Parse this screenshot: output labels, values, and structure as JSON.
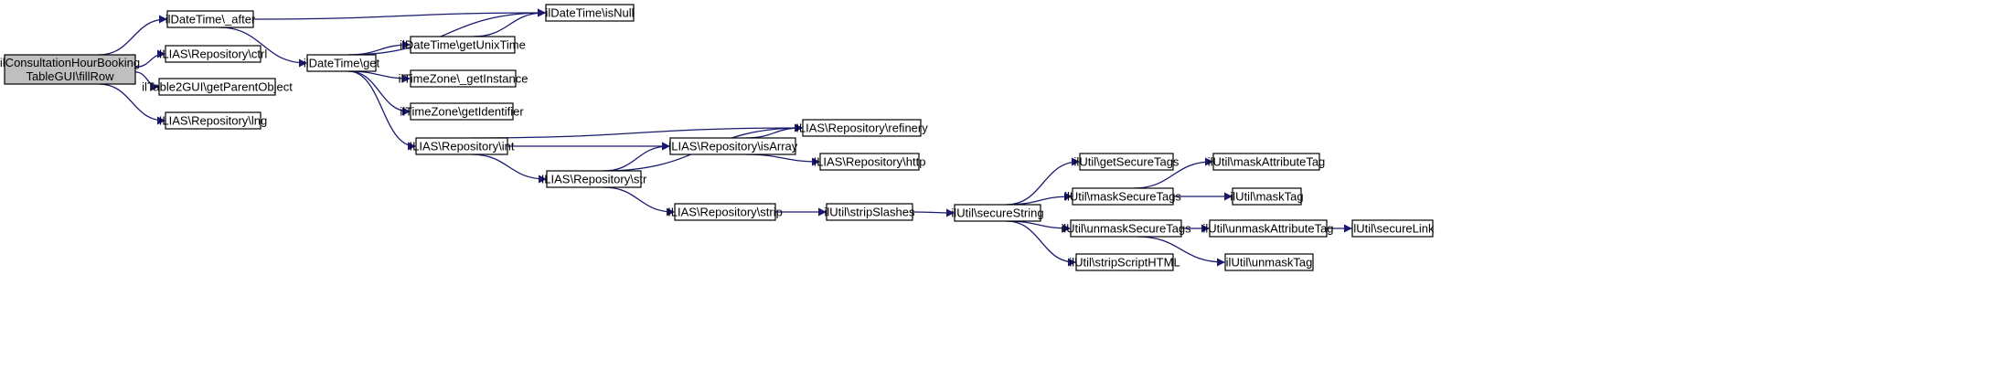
{
  "colors": {
    "edge": "#191970",
    "root_fill": "#bfbfbf",
    "node_fill": "#ffffff",
    "node_border": "#000000"
  },
  "nodes": [
    {
      "id": "root",
      "lines": [
        "ilConsultationHourBooking",
        "TableGUI\\fillRow"
      ]
    },
    {
      "id": "dt_after",
      "lines": [
        "ilDateTime\\_after"
      ]
    },
    {
      "id": "repo_ctrl",
      "lines": [
        "ILIAS\\Repository\\ctrl"
      ]
    },
    {
      "id": "table2gui",
      "lines": [
        "ilTable2GUI\\getParentObject"
      ]
    },
    {
      "id": "repo_lng",
      "lines": [
        "ILIAS\\Repository\\lng"
      ]
    },
    {
      "id": "dt_isnull",
      "lines": [
        "ilDateTime\\isNull"
      ]
    },
    {
      "id": "dt_get",
      "lines": [
        "ilDateTime\\get"
      ]
    },
    {
      "id": "dt_unix",
      "lines": [
        "ilDateTime\\getUnixTime"
      ]
    },
    {
      "id": "tz_instance",
      "lines": [
        "ilTimeZone\\_getInstance"
      ]
    },
    {
      "id": "tz_ident",
      "lines": [
        "ilTimeZone\\getIdentifier"
      ]
    },
    {
      "id": "repo_int",
      "lines": [
        "ILIAS\\Repository\\int"
      ]
    },
    {
      "id": "repo_refinery",
      "lines": [
        "ILIAS\\Repository\\refinery"
      ]
    },
    {
      "id": "repo_isarray",
      "lines": [
        "ILIAS\\Repository\\isArray"
      ]
    },
    {
      "id": "repo_http",
      "lines": [
        "ILIAS\\Repository\\http"
      ]
    },
    {
      "id": "repo_str",
      "lines": [
        "ILIAS\\Repository\\str"
      ]
    },
    {
      "id": "repo_strip",
      "lines": [
        "ILIAS\\Repository\\strip"
      ]
    },
    {
      "id": "util_stripslashes",
      "lines": [
        "ilUtil\\stripSlashes"
      ]
    },
    {
      "id": "util_securestring",
      "lines": [
        "ilUtil\\secureString"
      ]
    },
    {
      "id": "util_getsecuretags",
      "lines": [
        "ilUtil\\getSecureTags"
      ]
    },
    {
      "id": "util_masksecuretags",
      "lines": [
        "ilUtil\\maskSecureTags"
      ]
    },
    {
      "id": "util_unmasksecuretags",
      "lines": [
        "ilUtil\\unmaskSecureTags"
      ]
    },
    {
      "id": "util_stripscripthtml",
      "lines": [
        "ilUtil\\stripScriptHTML"
      ]
    },
    {
      "id": "util_maskattrtag",
      "lines": [
        "ilUtil\\maskAttributeTag"
      ]
    },
    {
      "id": "util_masktag",
      "lines": [
        "ilUtil\\maskTag"
      ]
    },
    {
      "id": "util_unmaskattrtag",
      "lines": [
        "ilUtil\\unmaskAttributeTag"
      ]
    },
    {
      "id": "util_unmasktag",
      "lines": [
        "ilUtil\\unmaskTag"
      ]
    },
    {
      "id": "util_securelink",
      "lines": [
        "ilUtil\\secureLink"
      ]
    }
  ],
  "edges": [
    [
      "root",
      "dt_after"
    ],
    [
      "root",
      "repo_ctrl"
    ],
    [
      "root",
      "table2gui"
    ],
    [
      "root",
      "repo_lng"
    ],
    [
      "dt_after",
      "dt_isnull"
    ],
    [
      "dt_after",
      "dt_get"
    ],
    [
      "dt_get",
      "dt_isnull"
    ],
    [
      "dt_get",
      "dt_unix"
    ],
    [
      "dt_get",
      "tz_instance"
    ],
    [
      "dt_get",
      "tz_ident"
    ],
    [
      "dt_get",
      "repo_int"
    ],
    [
      "dt_unix",
      "dt_isnull"
    ],
    [
      "repo_int",
      "repo_refinery"
    ],
    [
      "repo_int",
      "repo_isarray"
    ],
    [
      "repo_int",
      "repo_str"
    ],
    [
      "repo_isarray",
      "repo_refinery"
    ],
    [
      "repo_isarray",
      "repo_http"
    ],
    [
      "repo_str",
      "repo_isarray"
    ],
    [
      "repo_str",
      "repo_refinery"
    ],
    [
      "repo_str",
      "repo_strip"
    ],
    [
      "repo_strip",
      "util_stripslashes"
    ],
    [
      "util_stripslashes",
      "util_securestring"
    ],
    [
      "util_securestring",
      "util_getsecuretags"
    ],
    [
      "util_securestring",
      "util_masksecuretags"
    ],
    [
      "util_securestring",
      "util_unmasksecuretags"
    ],
    [
      "util_securestring",
      "util_stripscripthtml"
    ],
    [
      "util_masksecuretags",
      "util_maskattrtag"
    ],
    [
      "util_masksecuretags",
      "util_masktag"
    ],
    [
      "util_unmasksecuretags",
      "util_unmaskattrtag"
    ],
    [
      "util_unmasksecuretags",
      "util_unmasktag"
    ],
    [
      "util_unmaskattrtag",
      "util_securelink"
    ]
  ]
}
